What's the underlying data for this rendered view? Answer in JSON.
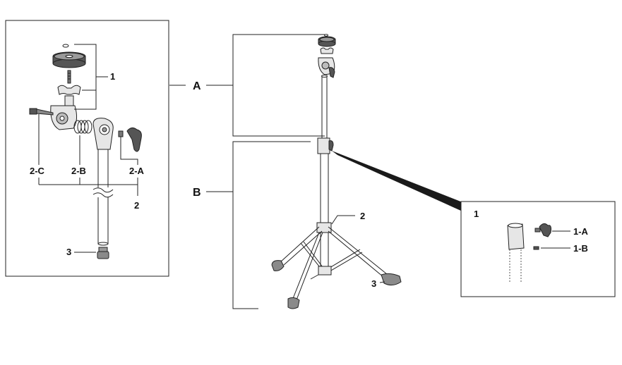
{
  "labels": {
    "section_a": "A",
    "section_b": "B",
    "top_part": "1",
    "part_2c": "2-C",
    "part_2b": "2-B",
    "part_2a": "2-A",
    "part_2": "2",
    "part_3": "3",
    "stand_part_2": "2",
    "stand_part_3": "3",
    "detail_part_1": "1",
    "part_1a": "1-A",
    "part_1b": "1-B"
  }
}
